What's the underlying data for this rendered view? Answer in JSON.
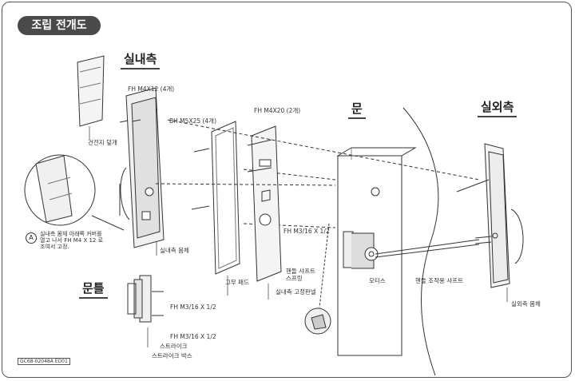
{
  "title": "조립 전개도",
  "sections": {
    "interior": "실내측",
    "door": "문",
    "exterior": "실외측",
    "door_frame": "문틀"
  },
  "labels": {
    "fh_m4x12": "FH M4X12 (4개)",
    "bh_m5x25": "BH M5X25 (4개)",
    "fh_m4x20": "FH M4X20 (2개)",
    "battery_cover": "건전지 덮개",
    "note_marker": "A",
    "note_text": "실내측 몸체 아래쪽 커버를\n열고 나서 FH M4 X 12 로\n조여서 고정.",
    "interior_body": "실내측 몸체",
    "rubber_pad": "고무 패드",
    "handle_shaft_spring": "핸들 샤프트\n스프링",
    "interior_fixing_plate": "실내측 고정판넬",
    "fh_m3_16_door": "FH M3/16 X 1/2",
    "mortise": "모티스",
    "handle_shaft": "핸들 조작용 샤프트",
    "exterior_body": "실외측 몸체",
    "fh_m3_16_top": "FH M3/16 X 1/2",
    "fh_m3_16_bottom": "FH M3/16 X 1/2",
    "strike": "스트라이크",
    "strike_box": "스트라이크 박스"
  },
  "doc_code": "GC68-02048A ED01"
}
